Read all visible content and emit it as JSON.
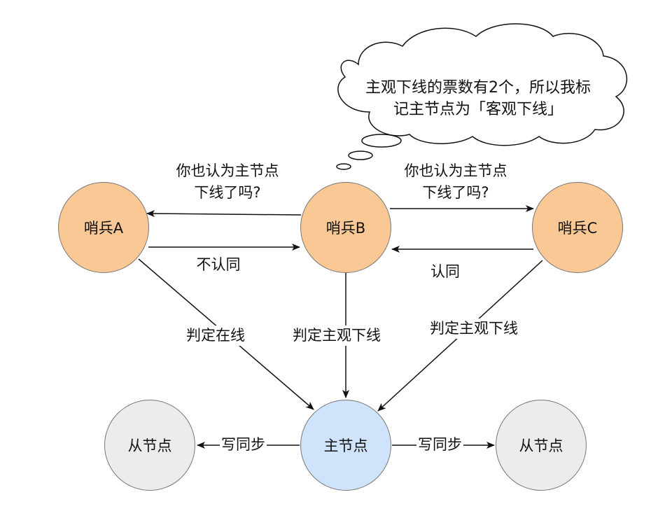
{
  "nodes": {
    "sentinel_a": "哨兵A",
    "sentinel_b": "哨兵B",
    "sentinel_c": "哨兵C",
    "master": "主节点",
    "replica_left": "从节点",
    "replica_right": "从节点"
  },
  "thought": {
    "line1": "主观下线的票数有2个，所以我标",
    "line2": "记主节点为「客观下线」"
  },
  "edges": {
    "ask_a_line1": "你也认为主节点",
    "ask_a_line2": "下线了吗?",
    "ask_c_line1": "你也认为主节点",
    "ask_c_line2": "下线了吗?",
    "reply_a": "不认同",
    "reply_c": "认同",
    "a_to_master": "判定在线",
    "b_to_master": "判定主观下线",
    "c_to_master": "判定主观下线",
    "sync_left": "写同步",
    "sync_right": "写同步"
  },
  "colors": {
    "sentinel_fill": "#f9c894",
    "master_fill": "#cfe4fb",
    "replica_fill": "#ececec",
    "stroke": "#111111"
  }
}
